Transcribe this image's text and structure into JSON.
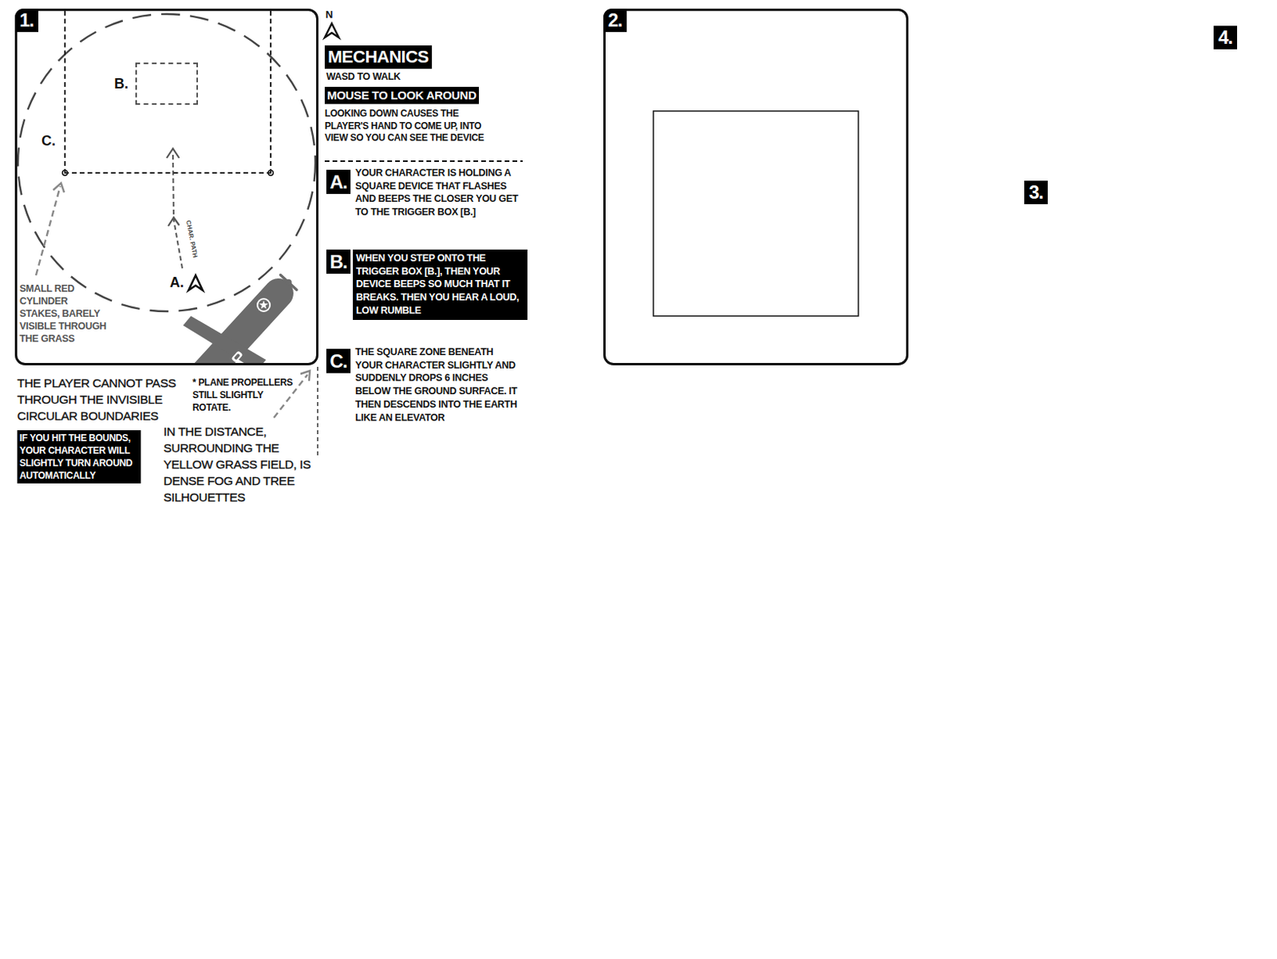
{
  "diagram": {
    "nodes": [
      {
        "text": [
          "1."
        ]
      },
      {
        "text": [
          "C."
        ],
        "in": 0
      },
      {
        "text": [
          "B."
        ],
        "in": 1
      },
      {
        "text": [
          "MECHANICS"
        ]
      },
      {
        "text": [
          "MOUSE TO LOOK AROUND"
        ]
      },
      {
        "text": [
          "A."
        ]
      },
      {
        "text": [
          "B."
        ]
      },
      {
        "text": [
          "WHEN YOU STEP ONTO THE TRIGGER BOX [B.], THEN YOUR DEVICE BEEPS SO MUCH THAT IT BREAKS. THEN YOU HEAR A LOUD, LOW RUMBLE"
        ]
      },
      {
        "text": [
          "C."
        ]
      },
      {
        "text": [
          "IF YOU HIT THE BOUNDS, YOUR CHARACTER WILL SLIGHTLY TURN AROUND AUTOMATICALLY"
        ]
      },
      {
        "text": [
          "2."
        ]
      },
      {
        "text": [
          "3."
        ]
      },
      {
        "text": [
          "4."
        ]
      }
    ],
    "labels": [
      "A.",
      "CHAR. PATH",
      "SMALL RED CYLINDER STAKES, BARELY VISIBLE THROUGH THE GRASS",
      "N",
      "WASD TO WALK",
      "LOOKING DOWN CAUSES THE PLAYER'S HAND TO COME UP, INTO VIEW SO YOU CAN SEE THE DEVICE",
      "YOUR CHARACTER IS HOLDING A SQUARE DEVICE THAT FLASHES AND BEEPS THE CLOSER YOU GET TO THE TRIGGER BOX [B.]",
      "THE SQUARE ZONE BENEATH YOUR CHARACTER SLIGHTLY AND SUDDENLY DROPS 6 INCHES BELOW THE GROUND SURFACE. IT THEN DESCENDS INTO THE EARTH LIKE AN ELEVATOR",
      "THE PLAYER CANNOT PASS THROUGH THE INVISIBLE CIRCULAR BOUNDARIES",
      "* PLANE PROPELLERS STILL SLIGHTLY ROTATE.",
      "IN THE DISTANCE, SURROUNDING THE YELLOW GRASS FIELD, IS DENSE FOG AND TREE SILHOUETTES"
    ]
  }
}
